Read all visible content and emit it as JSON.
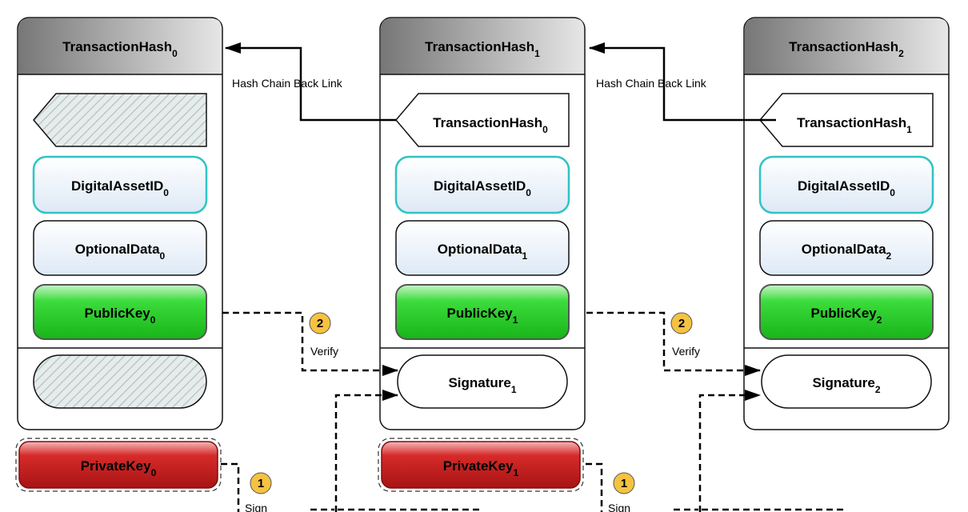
{
  "blocks": [
    {
      "header": {
        "base": "TransactionHash",
        "sub": "0"
      },
      "prev_hash": null,
      "asset": {
        "base": "DigitalAssetID",
        "sub": "0"
      },
      "optional": {
        "base": "OptionalData",
        "sub": "0"
      },
      "pubkey": {
        "base": "PublicKey",
        "sub": "0"
      },
      "signature": null,
      "privkey": {
        "base": "PrivateKey",
        "sub": "0"
      }
    },
    {
      "header": {
        "base": "TransactionHash",
        "sub": "1"
      },
      "prev_hash": {
        "base": "TransactionHash",
        "sub": "0"
      },
      "asset": {
        "base": "DigitalAssetID",
        "sub": "0"
      },
      "optional": {
        "base": "OptionalData",
        "sub": "1"
      },
      "pubkey": {
        "base": "PublicKey",
        "sub": "1"
      },
      "signature": {
        "base": "Signature",
        "sub": "1"
      },
      "privkey": {
        "base": "PrivateKey",
        "sub": "1"
      }
    },
    {
      "header": {
        "base": "TransactionHash",
        "sub": "2"
      },
      "prev_hash": {
        "base": "TransactionHash",
        "sub": "1"
      },
      "asset": {
        "base": "DigitalAssetID",
        "sub": "0"
      },
      "optional": {
        "base": "OptionalData",
        "sub": "2"
      },
      "pubkey": {
        "base": "PublicKey",
        "sub": "2"
      },
      "signature": {
        "base": "Signature",
        "sub": "2"
      },
      "privkey": null
    }
  ],
  "hash_link_label": "Hash Chain Back Link",
  "verify": {
    "step": "2",
    "label": "Verify"
  },
  "sign": {
    "step": "1",
    "label": "Sign"
  },
  "colors": {
    "asset_border": "#2fc4c4",
    "pubkey_fill": "#2fd62f",
    "privkey_fill": "#c81e1e",
    "step_badge": "#f5c242",
    "header_gradient_dark": "#7f7f7f",
    "header_gradient_light": "#e6e6e6"
  }
}
